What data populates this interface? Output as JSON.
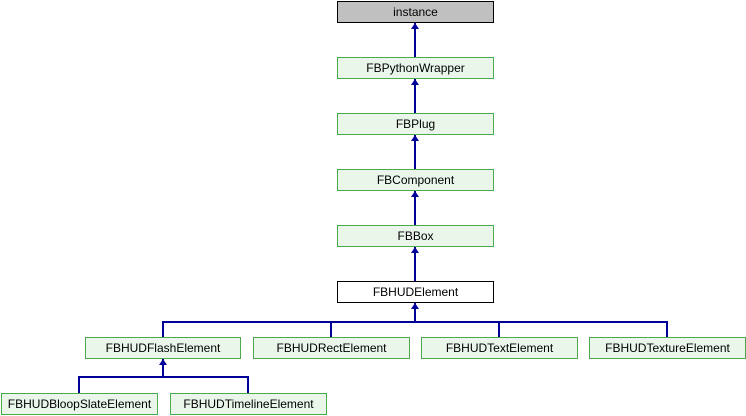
{
  "diagram": {
    "type": "class-inheritance-diagram",
    "nodes": [
      {
        "id": "instance",
        "label": "instance",
        "style": "gray-root"
      },
      {
        "id": "fbpythonwrapper",
        "label": "FBPythonWrapper",
        "style": "green-link"
      },
      {
        "id": "fbplug",
        "label": "FBPlug",
        "style": "green-link"
      },
      {
        "id": "fbcomponent",
        "label": "FBComponent",
        "style": "green-link"
      },
      {
        "id": "fbbox",
        "label": "FBBox",
        "style": "green-link"
      },
      {
        "id": "fbhudelement",
        "label": "FBHUDElement",
        "style": "white-current"
      },
      {
        "id": "fbhudflashelement",
        "label": "FBHUDFlashElement",
        "style": "green-link"
      },
      {
        "id": "fbhudrectelement",
        "label": "FBHUDRectElement",
        "style": "green-link"
      },
      {
        "id": "fbhudtextelement",
        "label": "FBHUDTextElement",
        "style": "green-link"
      },
      {
        "id": "fbhudtextureelement",
        "label": "FBHUDTextureElement",
        "style": "green-link"
      },
      {
        "id": "fbhudbloopslateelement",
        "label": "FBHUDBloopSlateElement",
        "style": "green-link"
      },
      {
        "id": "fbhudtimelineelement",
        "label": "FBHUDTimelineElement",
        "style": "green-link"
      }
    ],
    "edges": [
      {
        "parent": "instance",
        "child": "FBPythonWrapper"
      },
      {
        "parent": "FBPythonWrapper",
        "child": "FBPlug"
      },
      {
        "parent": "FBPlug",
        "child": "FBComponent"
      },
      {
        "parent": "FBComponent",
        "child": "FBBox"
      },
      {
        "parent": "FBBox",
        "child": "FBHUDElement"
      },
      {
        "parent": "FBHUDElement",
        "child": "FBHUDFlashElement"
      },
      {
        "parent": "FBHUDElement",
        "child": "FBHUDRectElement"
      },
      {
        "parent": "FBHUDElement",
        "child": "FBHUDTextElement"
      },
      {
        "parent": "FBHUDElement",
        "child": "FBHUDTextureElement"
      },
      {
        "parent": "FBHUDFlashElement",
        "child": "FBHUDBloopSlateElement"
      },
      {
        "parent": "FBHUDFlashElement",
        "child": "FBHUDTimelineElement"
      }
    ]
  },
  "colors": {
    "background": "#ffffff",
    "edge": "#000099",
    "text": "#000000",
    "node_green_fill": "#eaf6ea",
    "node_green_border": "#4caa4c",
    "node_gray_fill": "#c0c0c0",
    "node_white_fill": "#ffffff",
    "node_dark_border": "#000000"
  }
}
